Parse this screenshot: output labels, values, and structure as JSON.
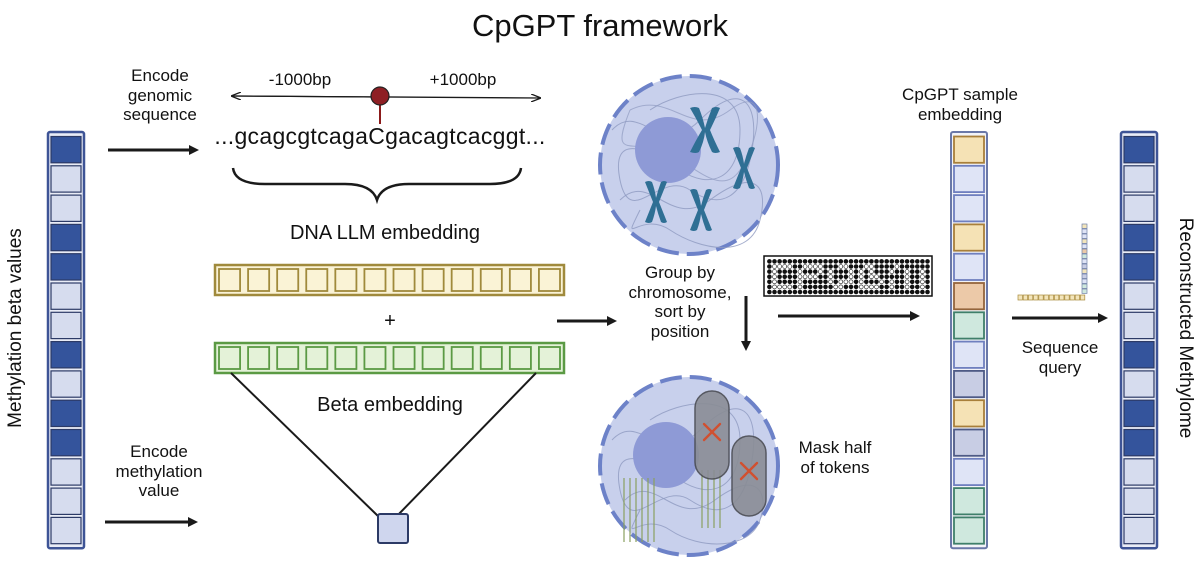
{
  "title": "CpGPT framework",
  "left_axis_label": "Methylation beta values",
  "right_axis_label": "Reconstructed Methylome",
  "encode_genomic": "Encode\ngenomic\nsequence",
  "encode_methylation": "Encode\nmethylation\nvalue",
  "window_left": "-1000bp",
  "window_right": "+1000bp",
  "dna_sequence": "...gcagcgtcagaCgacagtcacggt...",
  "dna_llm_label": "DNA LLM embedding",
  "plus_sign": "+",
  "beta_embedding_label": "Beta embedding",
  "group_label": "Group by\nchromosome,\nsort by\nposition",
  "mask_label": "Mask half\nof tokens",
  "sample_embedding_label": "CpGPT sample\nembedding",
  "sequence_query_label": "Sequence\nquery",
  "colors": {
    "beta_dark": "#34549c",
    "beta_light": "#d6dcee",
    "dna_fill": "#faf3d6",
    "dna_stroke": "#a08a3c",
    "beta_fill": "#e4f2d8",
    "beta_stroke": "#5b9a44",
    "cell_fill": "#cfd6ee",
    "nucleus": "#8d9ad6",
    "chromosome": "#2d6f93",
    "mask_red": "#d05030"
  },
  "methylation_values": [
    1,
    0,
    0,
    1,
    1,
    0,
    0,
    1,
    0,
    1,
    1,
    0,
    0,
    0
  ],
  "reconstructed_values": [
    1,
    0,
    0,
    1,
    1,
    0,
    0,
    1,
    0,
    1,
    1,
    0,
    0,
    0
  ],
  "sample_embedding_tokens": [
    "gold",
    "lavender",
    "lavender",
    "gold",
    "lavender",
    "brown",
    "teal",
    "lavender",
    "slate",
    "gold",
    "slate",
    "lavender",
    "teal",
    "teal"
  ],
  "dna_llm_cells": 12,
  "beta_cells": 12
}
